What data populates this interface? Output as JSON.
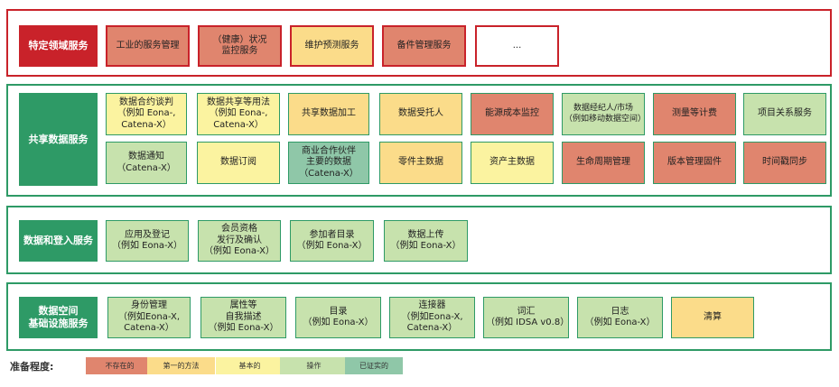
{
  "sections": {
    "domain": {
      "label": "特定领域服务",
      "items": [
        "工业的服务管理",
        "（健康）状况\n监控服务",
        "维护预测服务",
        "备件管理服务",
        "..."
      ]
    },
    "shared": {
      "label": "共享数据服务",
      "row1": [
        "数据合约谈判\n（例如 Eona-,\nCatena-X）",
        "数据共享等用法\n（例如 Eona-,\nCatena-X）",
        "共享数据加工",
        "数据受托人",
        "能源成本监控",
        "数据经纪人/市场\n（例如移动数据空间）",
        "测量等计费",
        "项目关系服务"
      ],
      "row2": [
        "数据通知\n（Catena-X）",
        "数据订阅",
        "商业合作伙伴\n主要的数据\n（Catena-X）",
        "零件主数据",
        "资产主数据",
        "生命周期管理",
        "版本管理固件",
        "时间戳同步"
      ]
    },
    "onboarding": {
      "label": "数据和登入服务",
      "items": [
        "应用及登记\n（例如 Eona-X）",
        "会员资格\n发行及确认\n（例如 Eona-X）",
        "参加者目录\n（例如 Eona-X）",
        "数据上传\n（例如 Eona-X）"
      ]
    },
    "infra": {
      "label": "数据空间\n基础设施服务",
      "items": [
        "身份管理\n（例如Eona-X,\nCatena-X）",
        "属性等\n自我描述\n（例如 Eona-X）",
        "目录\n（例如 Eona-X）",
        "连接器\n（例如Eona-X,\nCatena-X）",
        "词汇\n（例如 IDSA v0.8）",
        "日志\n（例如 Eona-X）",
        "清算"
      ]
    }
  },
  "legend": {
    "title": "准备程度:",
    "items": [
      "不存在的",
      "第一的方法",
      "基本的",
      "操作",
      "已证实的"
    ]
  },
  "colors": {
    "not_existing": "#e0856e",
    "first_approach": "#fbdc8a",
    "basic": "#fbf3a0",
    "operational": "#c7e2ad",
    "proven": "#8fc7a8",
    "red": "#c9222a",
    "green": "#2e9a66"
  }
}
